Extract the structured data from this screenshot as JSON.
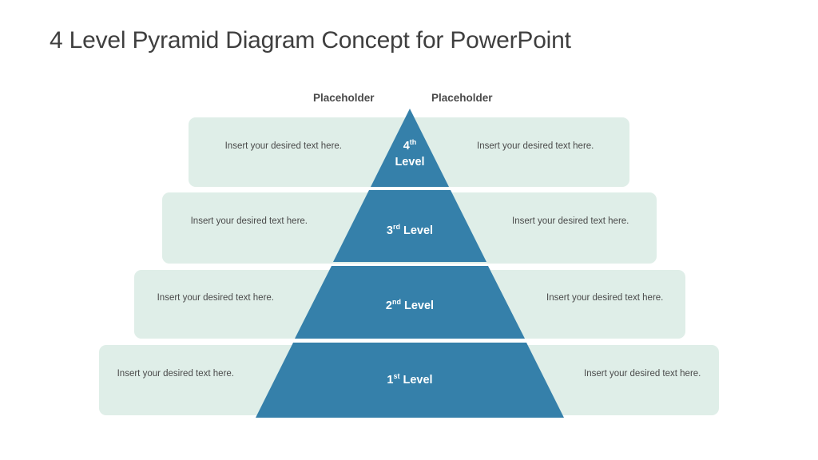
{
  "title": "4 Level Pyramid Diagram Concept for PowerPoint",
  "colors": {
    "pyramid_blue": "#3580aa",
    "panel_mint": "#dfeee8",
    "title_gray": "#3f3f3f",
    "body_gray": "#4a4a4a",
    "separator_white": "#ffffff",
    "background": "#ffffff"
  },
  "headers": {
    "left_placeholder": "Placeholder",
    "right_placeholder": "Placeholder"
  },
  "pyramid": {
    "levels": [
      {
        "id": "level-4",
        "ordinal": "4",
        "suffix": "th",
        "word": "Level",
        "label": "4th Level"
      },
      {
        "id": "level-3",
        "ordinal": "3",
        "suffix": "rd",
        "word": "Level",
        "label": "3rd Level"
      },
      {
        "id": "level-2",
        "ordinal": "2",
        "suffix": "nd",
        "word": "Level",
        "label": "2nd Level"
      },
      {
        "id": "level-1",
        "ordinal": "1",
        "suffix": "st",
        "word": "Level",
        "label": "1st Level"
      }
    ]
  },
  "rows": [
    {
      "level": "4th Level",
      "left_text": "Insert your desired text here.",
      "right_text": "Insert your desired text here."
    },
    {
      "level": "3rd Level",
      "left_text": "Insert your desired text here.",
      "right_text": "Insert your desired text here."
    },
    {
      "level": "2nd Level",
      "left_text": "Insert your desired text here.",
      "right_text": "Insert your desired text here."
    },
    {
      "level": "1st Level",
      "left_text": "Insert your desired text here.",
      "right_text": "Insert your desired text here."
    }
  ]
}
